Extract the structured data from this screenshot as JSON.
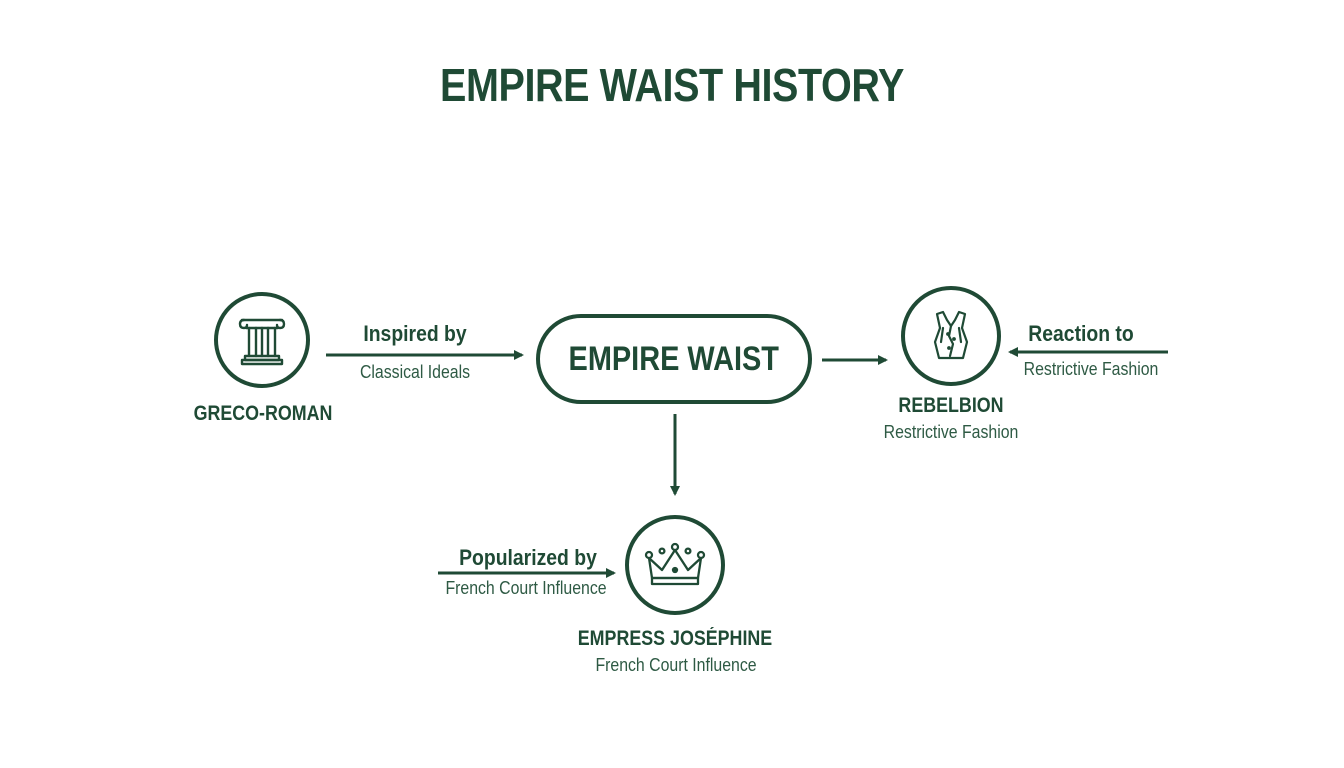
{
  "title": "EMPIRE WAIST HISTORY",
  "center": {
    "label": "EMPIRE WAIST"
  },
  "nodes": {
    "greco_roman": {
      "title": "GRECO-ROMAN",
      "icon": "greek-column-icon"
    },
    "rebellion": {
      "title": "REBELBION",
      "subtitle": "Restrictive Fashion",
      "icon": "corset-icon"
    },
    "josephine": {
      "title": "EMPRESS JOSÉPHINE",
      "subtitle": "French Court Influence",
      "icon": "crown-icon"
    }
  },
  "edges": {
    "inspired": {
      "label": "Inspired by",
      "sublabel": "Classical Ideals"
    },
    "reaction": {
      "label": "Reaction to",
      "sublabel": "Restrictive Fashion"
    },
    "popularized": {
      "label": "Popularized by",
      "sublabel": "French Court Influence"
    }
  },
  "colors": {
    "primary": "#1f4a35",
    "background": "#ffffff"
  }
}
